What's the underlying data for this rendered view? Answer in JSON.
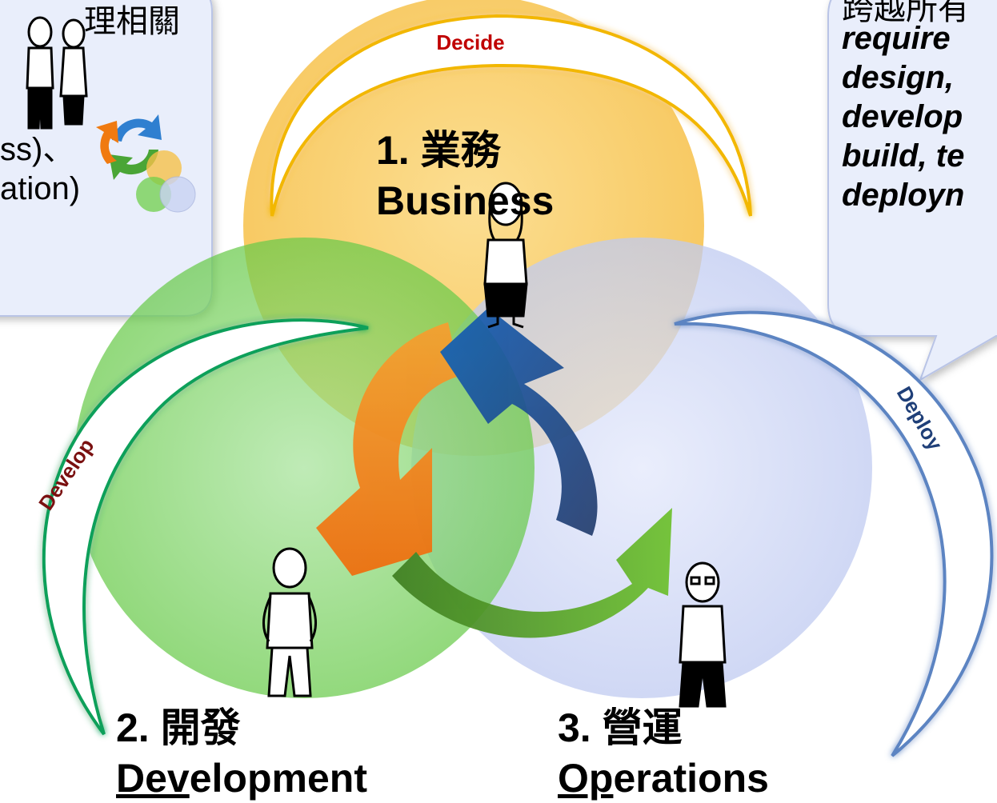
{
  "colors": {
    "business": "#f7c04a",
    "development": "#6fcf4b",
    "operations": "#c9d3f3",
    "decide_arc": "#f2b700",
    "develop_arc": "#0aa05a",
    "deploy_arc": "#5b84c2",
    "arrow_orange": "#f07a10",
    "arrow_blue": "#1e5fae",
    "arrow_green": "#4f9a2a",
    "label_red": "#c00000"
  },
  "arcs": {
    "decide": "Decide",
    "develop": "Develop",
    "deploy": "Deploy"
  },
  "circles": {
    "business": {
      "line1": "1. 業務",
      "line2": "Business"
    },
    "development": {
      "line1": "2. 開發",
      "line2_underlined": "Dev",
      "line2_rest": "elopment"
    },
    "operations": {
      "line1": "3. 營運",
      "line2_underlined": "Op",
      "line2_rest": "erations"
    }
  },
  "left_callout": {
    "line1": "理相關",
    "line2": "ss)、",
    "line3": "ation)"
  },
  "right_callout": {
    "line0": "跨越所有",
    "line1": "require",
    "line2": "design,",
    "line3": "develop",
    "line4": "build, te",
    "line5": "deployn"
  },
  "icons": [
    "cycle-arrows-icon",
    "venn-circles-icon",
    "person-figure-icon"
  ]
}
